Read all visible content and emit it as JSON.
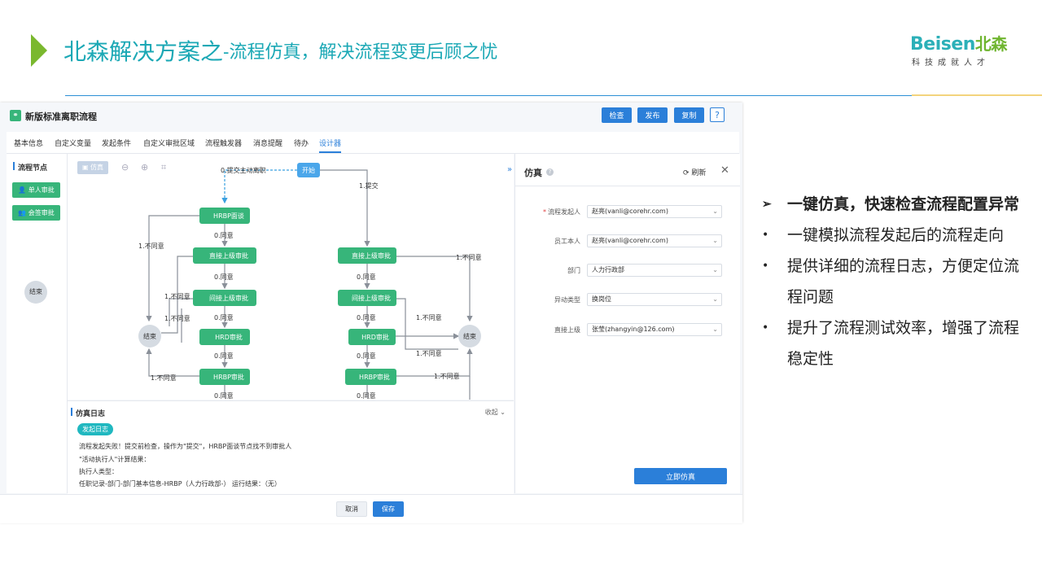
{
  "slide": {
    "title_main": "北森解决方案之",
    "title_sub": "-流程仿真，解决流程变更后顾之忧",
    "logo_text": "Beisen",
    "logo_cn": "北森",
    "logo_tagline": "科技成就人才"
  },
  "app": {
    "title": "新版标准离职流程",
    "toolbar": {
      "check": "检查",
      "publish": "发布",
      "copy": "复制",
      "help": "?"
    },
    "tabs": [
      "基本信息",
      "自定义变量",
      "发起条件",
      "自定义审批区域",
      "流程触发器",
      "消息提醒",
      "待办",
      "设计器"
    ],
    "active_tab": "设计器",
    "left_panel": {
      "title": "流程节点",
      "single": "单人审批",
      "multi": "会签审批",
      "end": "结束"
    },
    "canvas": {
      "sim_button": "仿真",
      "start": "开始",
      "submit_active": "0.提交主动离职",
      "submit": "1.提交",
      "nodes_left": [
        "HRBP面谈",
        "直接上级审批",
        "间接上级审批",
        "HRD审批",
        "HRBP审批"
      ],
      "nodes_right": [
        "直接上级审批",
        "间接上级审批",
        "HRD审批",
        "HRBP审批"
      ],
      "end": "结束",
      "agree": "0.同意",
      "disagree": "1.不同意"
    },
    "log": {
      "title": "仿真日志",
      "collapse": "收起",
      "tag": "发起日志",
      "lines": [
        "流程发起失败！提交前检查，操作为\"提交\"，HRBP面谈节点找不到审批人",
        "\"活动执行人\"计算结果：",
        "执行人类型：",
        "任职记录-部门-部门基本信息-HRBP（人力行政部-）  运行结果：（无）"
      ]
    },
    "simulation": {
      "title": "仿真",
      "refresh": "刷新",
      "fields": [
        {
          "label": "流程发起人",
          "value": "赵亮(vanli@corehr.com)",
          "required": true
        },
        {
          "label": "员工本人",
          "value": "赵亮(vanli@corehr.com)",
          "required": false
        },
        {
          "label": "部门",
          "value": "人力行政部",
          "required": false
        },
        {
          "label": "异动类型",
          "value": "换岗位",
          "required": false
        },
        {
          "label": "直接上级",
          "value": "张莹(zhangyin@126.com)",
          "required": false
        }
      ],
      "run_button": "立即仿真"
    },
    "footer": {
      "cancel": "取消",
      "save": "保存"
    }
  },
  "bullets": [
    {
      "text": "一键仿真，快速检查流程配置异常",
      "marker": "➢"
    },
    {
      "text": "一键模拟流程发起后的流程走向",
      "marker": "•"
    },
    {
      "text": "提供详细的流程日志，方便定位流程问题",
      "marker": "•"
    },
    {
      "text": "提升了流程测试效率，增强了流程稳定性",
      "marker": "•"
    }
  ],
  "colors": {
    "accent": "#1ba8b5",
    "node_green": "#37b57a",
    "primary_blue": "#2b7fd9",
    "triangle": "#7ab82e"
  }
}
